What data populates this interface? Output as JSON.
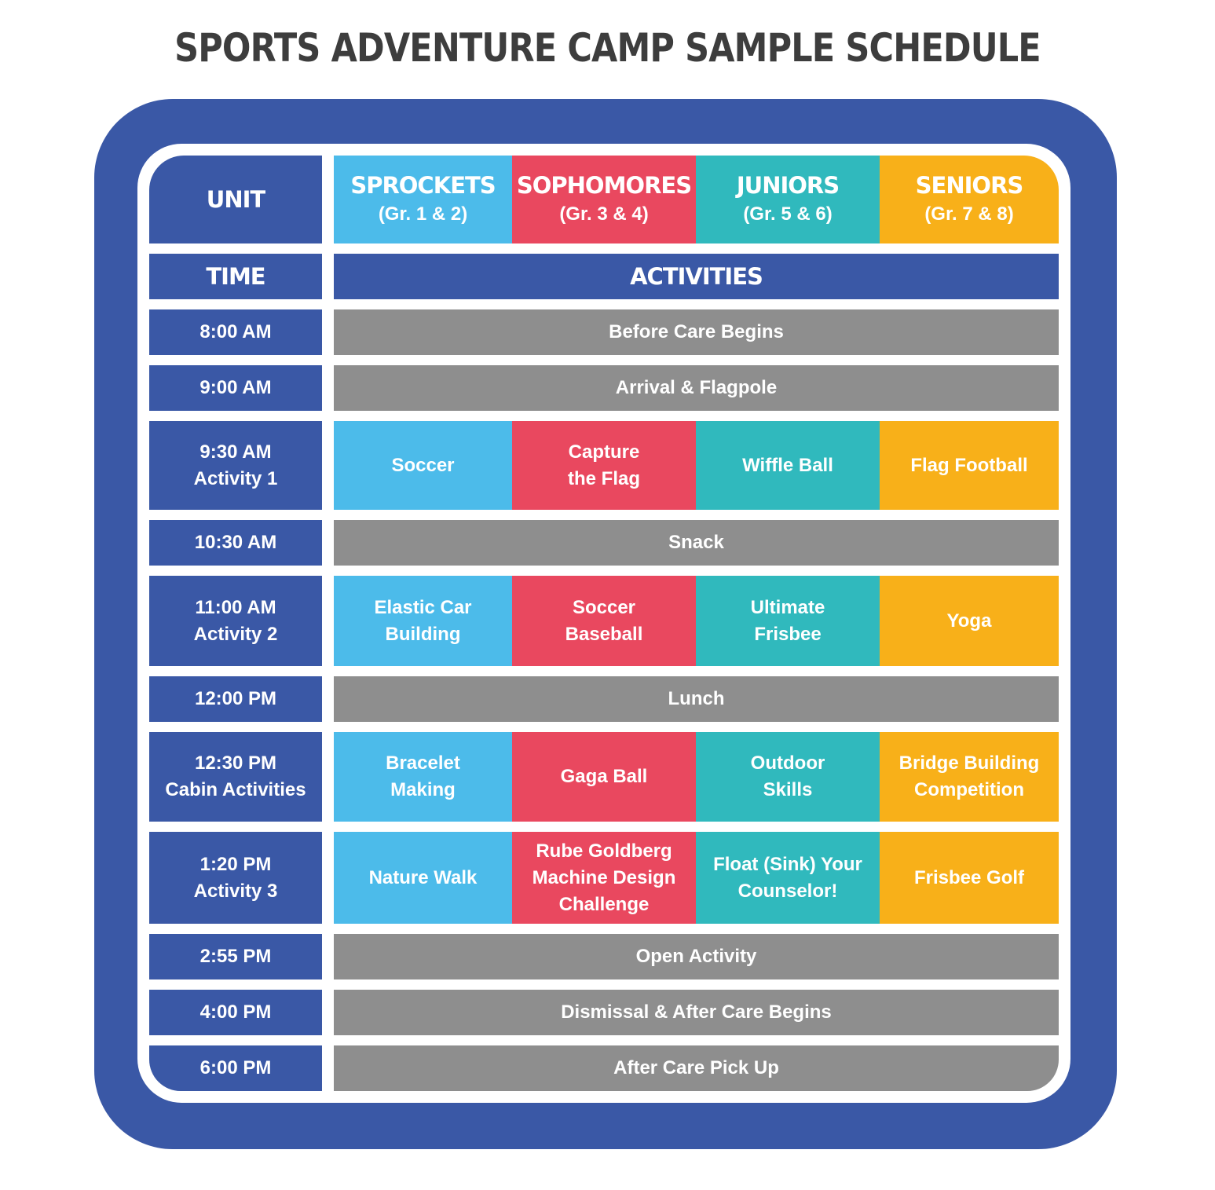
{
  "title": "SPORTS ADVENTURE CAMP SAMPLE SCHEDULE",
  "colors": {
    "frame": "#3a58a6",
    "shared_activity": "#8e8e8e",
    "sprockets": "#4cbbea",
    "sophomores": "#e9485f",
    "juniors": "#30b9bd",
    "seniors": "#f8b019"
  },
  "header": {
    "unit_label": "UNIT",
    "time_label": "TIME",
    "activities_label": "ACTIVITIES",
    "units": [
      {
        "name": "SPROCKETS",
        "grades": "(Gr. 1 & 2)"
      },
      {
        "name": "SOPHOMORES",
        "grades": "(Gr. 3 & 4)"
      },
      {
        "name": "JUNIORS",
        "grades": "(Gr. 5 & 6)"
      },
      {
        "name": "SENIORS",
        "grades": "(Gr. 7 & 8)"
      }
    ]
  },
  "rows": [
    {
      "time": "8:00 AM",
      "all": "Before Care Begins"
    },
    {
      "time": "9:00 AM",
      "all": "Arrival & Flagpole"
    },
    {
      "time": "9:30 AM\nActivity 1",
      "cells": [
        "Soccer",
        "Capture\nthe Flag",
        "Wiffle Ball",
        "Flag Football"
      ]
    },
    {
      "time": "10:30 AM",
      "all": "Snack"
    },
    {
      "time": "11:00 AM\nActivity 2",
      "cells": [
        "Elastic Car\nBuilding",
        "Soccer\nBaseball",
        "Ultimate\nFrisbee",
        "Yoga"
      ]
    },
    {
      "time": "12:00 PM",
      "all": "Lunch"
    },
    {
      "time": "12:30 PM\nCabin Activities",
      "cells": [
        "Bracelet\nMaking",
        "Gaga Ball",
        "Outdoor\nSkills",
        "Bridge Building\nCompetition"
      ]
    },
    {
      "time": "1:20 PM\nActivity 3",
      "cells": [
        "Nature Walk",
        "Rube Goldberg\nMachine Design\nChallenge",
        "Float (Sink) Your\nCounselor!",
        "Frisbee Golf"
      ]
    },
    {
      "time": "2:55 PM",
      "all": "Open Activity"
    },
    {
      "time": "4:00 PM",
      "all": "Dismissal & After Care Begins"
    },
    {
      "time": "6:00 PM",
      "all": "After Care Pick Up"
    }
  ]
}
